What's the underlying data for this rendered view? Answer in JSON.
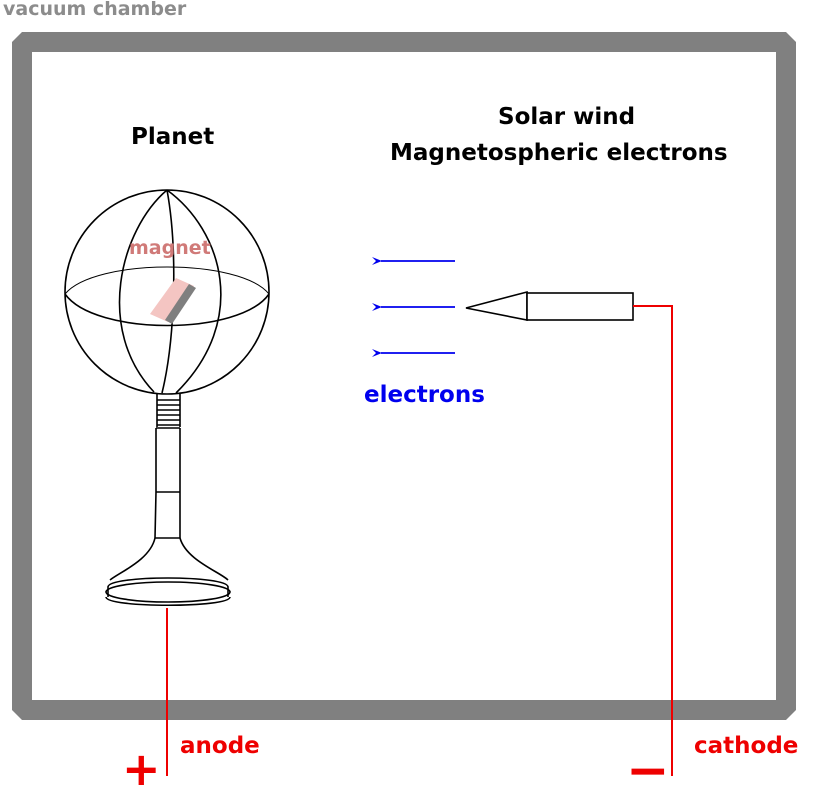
{
  "labels": {
    "chamber": "vacuum chamber",
    "planet": "Planet",
    "solar_wind_line1": "Solar wind",
    "solar_wind_line2": "Magnetospheric electrons",
    "magnet": "magnet",
    "electrons": "electrons",
    "anode": "anode",
    "cathode": "cathode",
    "plus": "+",
    "minus": "−"
  },
  "colors": {
    "chamber_wall": "#808080",
    "wire": "#ee0000",
    "electron_arrows": "#0000ee",
    "magnet": "#d07a78",
    "outline": "#000000"
  }
}
